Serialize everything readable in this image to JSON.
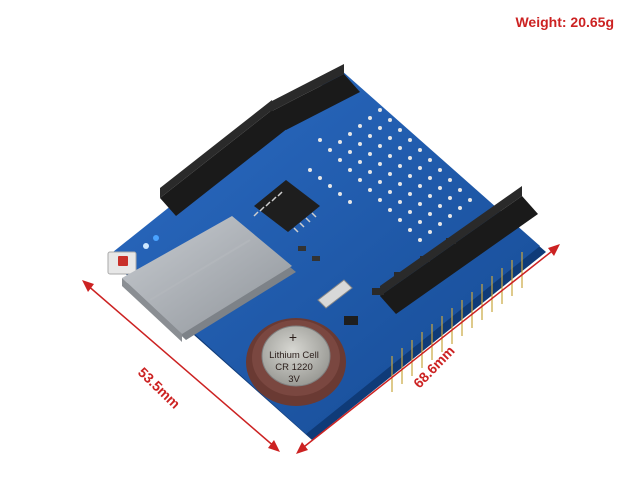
{
  "weight_label": "Weight: 20.65g",
  "dimensions": {
    "width_label": "53.5mm",
    "length_label": "68.6mm"
  },
  "battery": {
    "symbol": "+",
    "line1": "Lithium Cell",
    "line2": "CR 1220",
    "line3": "3V"
  },
  "colors": {
    "accent": "#cc2222",
    "board": "#1d56a8",
    "header": "#1a1a1a",
    "sd_slot": "#a9adb3",
    "battery": "#6a3a33"
  }
}
